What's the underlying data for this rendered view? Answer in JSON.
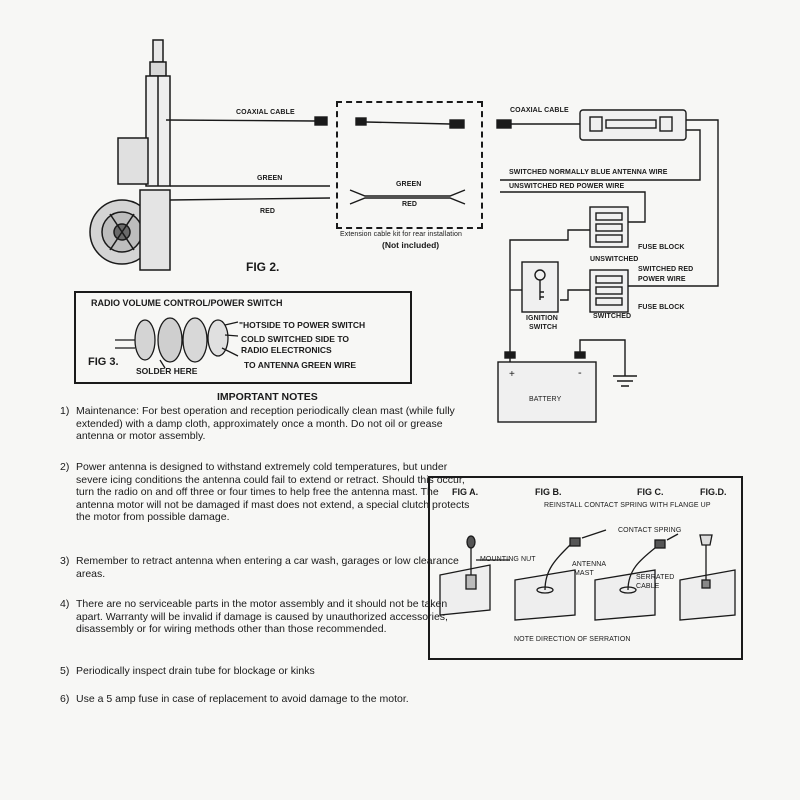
{
  "fig2": {
    "title": "FIG 2.",
    "coaxial_left": "COAXIAL CABLE",
    "coaxial_right": "COAXIAL CABLE",
    "green_left": "GREEN",
    "red_left": "RED",
    "green_ext": "GREEN",
    "red_ext": "RED",
    "ext_caption": "Extension cable kit for rear installation",
    "ext_caption2": "(Not included)",
    "switched_blue": "SWITCHED NORMALLY BLUE ANTENNA WIRE",
    "unswitched_red": "UNSWITCHED RED POWER WIRE",
    "fuse_block_1": "FUSE BLOCK",
    "unswitched": "UNSWITCHED",
    "switched_red_1": "SWITCHED RED",
    "switched_red_2": "POWER WIRE",
    "ignition_1": "IGNITION",
    "ignition_2": "SWITCH",
    "switched": "SWITCHED",
    "fuse_block_2": "FUSE BLOCK",
    "battery": "BATTERY",
    "plus": "+",
    "minus": "-"
  },
  "fig3": {
    "header": "RADIO VOLUME CONTROL/POWER SWITCH",
    "title": "FIG 3.",
    "solder": "SOLDER HERE",
    "hot_side": "\"HOTSIDE TO POWER SWITCH",
    "cold_1": "COLD SWITCHED SIDE TO",
    "cold_2": "RADIO ELECTRONICS",
    "cold_3": "TO ANTENNA GREEN WIRE"
  },
  "notes": {
    "title": "IMPORTANT NOTES",
    "items": [
      {
        "num": "1)",
        "text": "Maintenance: For best operation and reception periodically clean mast (while fully extended) with a damp cloth, approximately once a month. Do not oil or grease antenna or motor assembly."
      },
      {
        "num": "2)",
        "text": "Power antenna is designed to withstand extremely cold temperatures, but under severe icing conditions the antenna could fail to extend or retract. Should this occur, turn the radio on and off three or four times to help free the antenna mast. The antenna motor will not be damaged if mast does not extend, a special clutch protects the motor from possible damage."
      },
      {
        "num": "3)",
        "text": "Remember to retract antenna when entering a car wash, garages or low clearance areas."
      },
      {
        "num": "4)",
        "text": "There are no serviceable parts in the motor assembly and it should not be taken apart. Warranty will be invalid if damage is caused by unauthorized accessories, disassembly or for wiring methods other than those recommended."
      },
      {
        "num": "5)",
        "text": "Periodically inspect drain tube for blockage or kinks"
      },
      {
        "num": "6)",
        "text": "Use a 5 amp fuse in case of replacement to avoid damage to the motor."
      }
    ]
  },
  "figs_abcd": {
    "fig_a": "FIG A.",
    "fig_b": "FIG B.",
    "fig_c": "FIG C.",
    "fig_d": "FIG.D.",
    "reinstall": "REINSTALL CONTACT SPRING WITH FLANGE UP",
    "contact_spring": "CONTACT SPRING",
    "mounting_nut": "MOUNTING NUT",
    "antenna_1": "ANTENNA",
    "antenna_2": "MAST",
    "serrated_1": "SERRATED",
    "serrated_2": "CABLE",
    "note": "NOTE DIRECTION OF SERRATION"
  }
}
